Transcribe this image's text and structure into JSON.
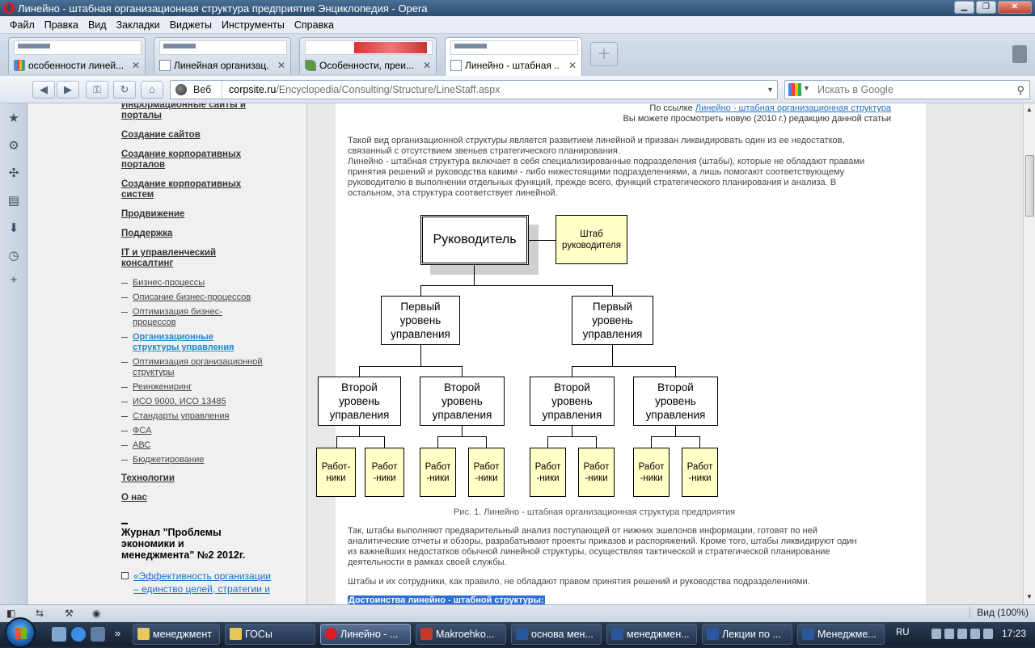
{
  "window": {
    "title": "Линейно - штабная организационная структура предприятия Энциклопедия - Opera"
  },
  "menu": [
    "Файл",
    "Правка",
    "Вид",
    "Закладки",
    "Виджеты",
    "Инструменты",
    "Справка"
  ],
  "tabs": [
    {
      "label": "особенности линей...",
      "icon": "google-favicon-icon"
    },
    {
      "label": "Линейная организац...",
      "icon": "document-favicon-icon"
    },
    {
      "label": "Особенности, преи...",
      "icon": "leaf-favicon-icon"
    },
    {
      "label": "Линейно - штабная ...",
      "icon": "document-favicon-icon"
    }
  ],
  "address": {
    "mode_label": "Веб",
    "url_domain": "corpsite.ru",
    "url_path": "/Encyclopedia/Consulting/Structure/LineStaff.aspx",
    "search_placeholder": "Искать в Google"
  },
  "leftnav": {
    "main_items": [
      "Информационные сайты и порталы",
      "Создание сайтов",
      "Создание корпоративных порталов",
      "Создание корпоративных систем",
      "Продвижение",
      "Поддержка",
      "IT и управленческий консалтинг"
    ],
    "sub_items": [
      "Бизнес-процессы",
      "Описание бизнес-процессов",
      "Оптимизация бизнес-процессов",
      "Организационные структуры управления",
      "Оптимизация организационной структуры",
      "Реинжениринг",
      "ИСО 9000, ИСО 13485",
      "Стандарты управления",
      "ФСА",
      "АВС",
      "Бюджетирование"
    ],
    "tail_items": [
      "Технологии",
      "О нас"
    ],
    "journal_title": "Журнал \"Проблемы экономики и менеджмента\" №2 2012г.",
    "journal_link": "«Эффективность организации – единство целей, стратегии и"
  },
  "article": {
    "ref_prefix": "По ссылке",
    "ref_link": "Линейно - штабная организационная структура",
    "ref_note": "Вы можете просмотреть новую (2010 г.)  редакцию данной статьи",
    "para1": "Такой вид организационной структуры является развитием линейной и призван ликвидировать один из ее недостатков, связанный с отсутствием звеньев стратегического планирования.\nЛинейно - штабная структура включает в себя специализированные подразделения (штабы), которые не обладают правами принятия решений и руководства какими - либо нижестоящими подразделениями, а лишь помогают соответствующему руководителю в выполнении отдельных функций, прежде всего, функций стратегического планирования и анализа. В остальном, эта структура соответствует линейной.",
    "diagram": {
      "head": "Руководитель",
      "staff": "Штаб руководителя",
      "level1": "Первый уровень управления",
      "level2": "Второй уровень управления",
      "workers_a": "Работ-ники",
      "workers_b": "Работ -ники"
    },
    "caption": "Рис. 1. Линейно - штабная организационная структура предприятия",
    "para2": "Так, штабы выполняют предварительный анализ поступающей от нижних эшелонов информации, готовят по ней аналитические отчеты и обзоры, разрабатывают проекты приказов и распоряжений. Кроме того, штабы ликвидируют один из важнейших недостатков обычной линейной структуры, осуществляя тактической и стратегической планирование деятельности в рамках своей службы.",
    "para3": "Штабы и их сотрудники, как правило, не обладают правом принятия решений и руководства подразделениями.",
    "heading_adv": "Достоинства линейно - штабной структуры:"
  },
  "statusbar": {
    "zoom": "Вид (100%)"
  },
  "taskbar": {
    "buttons": [
      {
        "label": "менеджмент",
        "icon_color": "#e8c85a"
      },
      {
        "label": "ГОСы",
        "icon_color": "#e8c85a"
      },
      {
        "label": "Линейно - ...",
        "icon_color": "#d81f26"
      },
      {
        "label": "Makroehko...",
        "icon_color": "#c0392b"
      },
      {
        "label": "основа мен...",
        "icon_color": "#2b579a"
      },
      {
        "label": "менеджмен...",
        "icon_color": "#2b579a"
      },
      {
        "label": "Лекции по ...",
        "icon_color": "#2b579a"
      },
      {
        "label": "Менеджме...",
        "icon_color": "#2b579a"
      }
    ],
    "lang": "RU",
    "clock": "17:23"
  },
  "colors": {
    "accent_link": "#1e6cc4",
    "active_nav": "#1e8ac4",
    "box_yellow": "#ffffc6",
    "taskbar": "#15202f"
  }
}
